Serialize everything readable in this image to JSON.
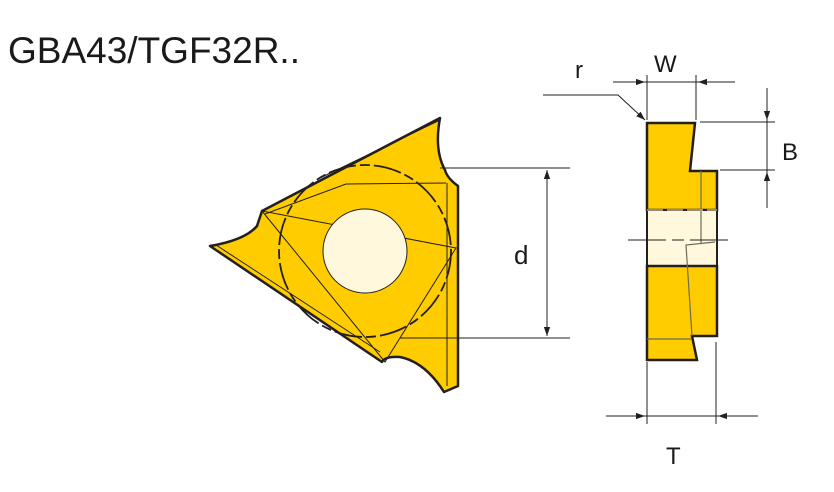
{
  "title": "GBA43/TGF32R..",
  "colors": {
    "insert_fill": "#FFCC00",
    "hole_fill": "#FFF8DC",
    "outline": "#231F20",
    "dimension_line": "#231F20"
  },
  "front_view": {
    "labels": {
      "d": "d"
    }
  },
  "side_view": {
    "labels": {
      "r": "r",
      "W": "W",
      "B": "B",
      "T": "T"
    }
  }
}
